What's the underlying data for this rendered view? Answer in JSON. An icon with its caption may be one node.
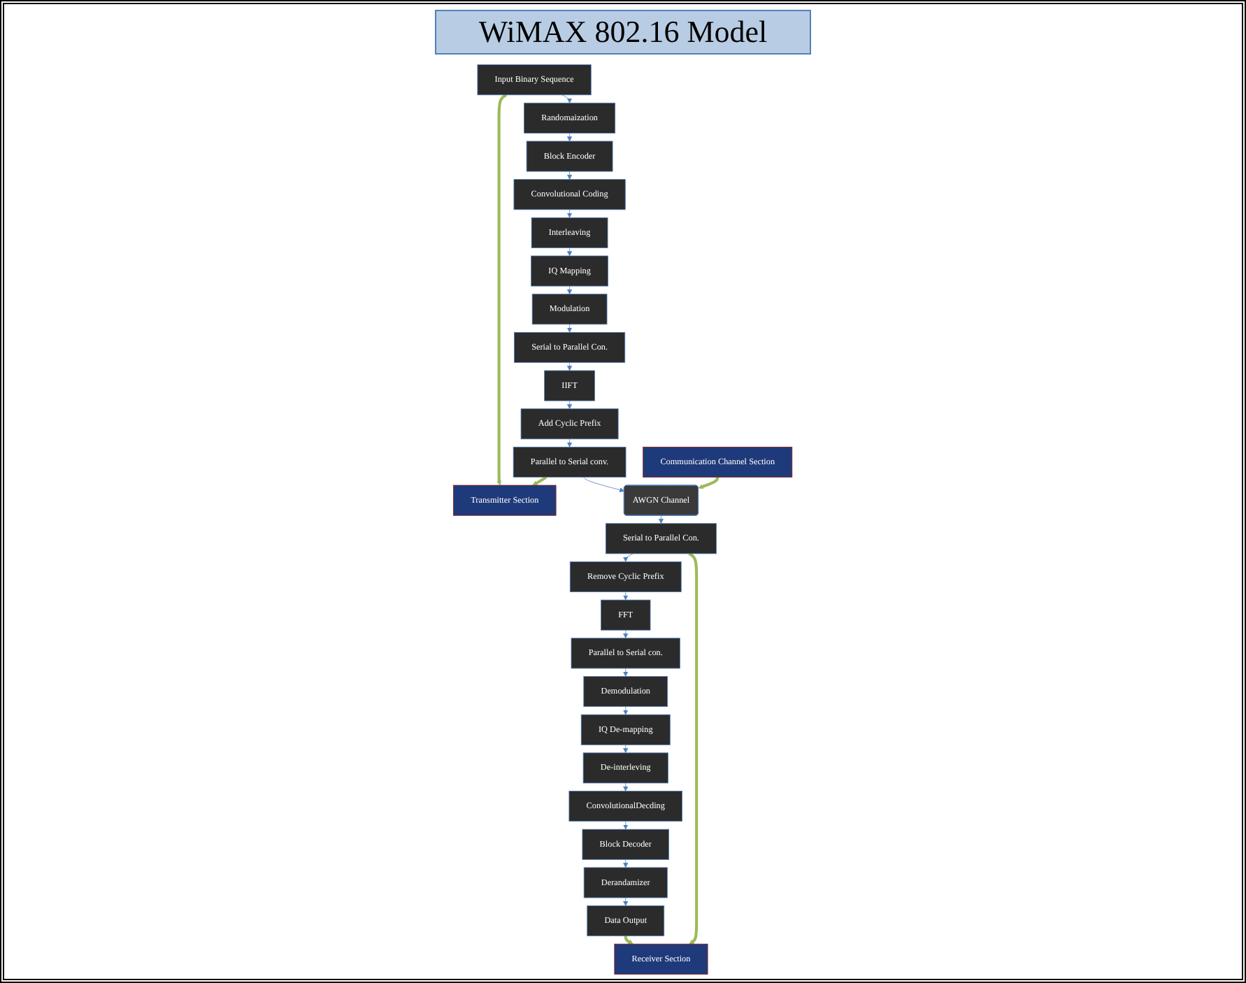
{
  "diagram": {
    "title": "WiMAX 802.16 Model",
    "nodes": [
      {
        "text": [
          "Transmitter Section"
        ]
      },
      {
        "text": [
          "Input Binary Sequence"
        ]
      },
      {
        "text": [
          "Randomaization"
        ]
      },
      {
        "text": [
          "Block Encoder"
        ]
      },
      {
        "text": [
          "Convolutional Coding"
        ]
      },
      {
        "text": [
          "Interleaving"
        ]
      },
      {
        "text": [
          "IQ Mapping"
        ]
      },
      {
        "text": [
          "Modulation"
        ]
      },
      {
        "text": [
          "Serial to Parallel Con."
        ]
      },
      {
        "text": [
          "IIFT"
        ]
      },
      {
        "text": [
          "Add Cyclic Prefix"
        ]
      },
      {
        "text": [
          "Parallel to Serial conv."
        ]
      },
      {
        "text": [
          "Communication Channel Section"
        ]
      },
      {
        "text": [
          "AWGN Channel"
        ]
      },
      {
        "text": [
          "Data Output"
        ]
      },
      {
        "text": [
          "Derandamizer"
        ]
      },
      {
        "text": [
          "Block Decoder"
        ]
      },
      {
        "text": [
          "ConvolutionalDecding"
        ]
      },
      {
        "text": [
          "De-interleving"
        ]
      },
      {
        "text": [
          "IQ De-mapping"
        ]
      },
      {
        "text": [
          "Demodulation"
        ]
      },
      {
        "text": [
          "Parallel to Serial con."
        ]
      },
      {
        "text": [
          "FFT"
        ]
      },
      {
        "text": [
          "Remove Cyclic Prefix"
        ]
      },
      {
        "text": [
          "Serial to Parallel Con."
        ]
      },
      {
        "text": [
          "Receiver Section"
        ]
      }
    ],
    "edges": [
      {
        "from": 1,
        "to": 0,
        "arrow": "to",
        "style": "thick",
        "color": "#9bbb59"
      },
      {
        "from": 1,
        "to": 2,
        "arrow": "to"
      },
      {
        "from": 2,
        "to": 3,
        "arrow": "to"
      },
      {
        "from": 3,
        "to": 4,
        "arrow": "to"
      },
      {
        "from": 4,
        "to": 5,
        "arrow": "to"
      },
      {
        "from": 5,
        "to": 6,
        "arrow": "to"
      },
      {
        "from": 6,
        "to": 7,
        "arrow": "to"
      },
      {
        "from": 7,
        "to": 8,
        "arrow": "to"
      },
      {
        "from": 8,
        "to": 9,
        "arrow": "to"
      },
      {
        "from": 9,
        "to": 10,
        "arrow": "to"
      },
      {
        "from": 10,
        "to": 11,
        "arrow": "to"
      },
      {
        "from": 11,
        "to": 0,
        "arrow": "to",
        "style": "thick",
        "color": "#9bbb59"
      },
      {
        "from": 11,
        "to": 13,
        "arrow": "to"
      },
      {
        "from": 12,
        "to": 13,
        "arrow": "to",
        "style": "thick",
        "color": "#9bbb59"
      },
      {
        "from": 13,
        "to": 24,
        "arrow": "to"
      },
      {
        "from": 24,
        "to": 23,
        "arrow": "to"
      },
      {
        "from": 23,
        "to": 22,
        "arrow": "to"
      },
      {
        "from": 22,
        "to": 21,
        "arrow": "to"
      },
      {
        "from": 21,
        "to": 20,
        "arrow": "to"
      },
      {
        "from": 20,
        "to": 19,
        "arrow": "to"
      },
      {
        "from": 19,
        "to": 18,
        "arrow": "to"
      },
      {
        "from": 18,
        "to": 17,
        "arrow": "to"
      },
      {
        "from": 17,
        "to": 16,
        "arrow": "to"
      },
      {
        "from": 16,
        "to": 15,
        "arrow": "to"
      },
      {
        "from": 15,
        "to": 14,
        "arrow": "to"
      },
      {
        "from": 14,
        "to": 25,
        "arrow": "to",
        "style": "thick",
        "color": "#9bbb59"
      },
      {
        "from": 24,
        "to": 25,
        "arrow": "to",
        "style": "thick",
        "color": "#9bbb59"
      }
    ]
  }
}
